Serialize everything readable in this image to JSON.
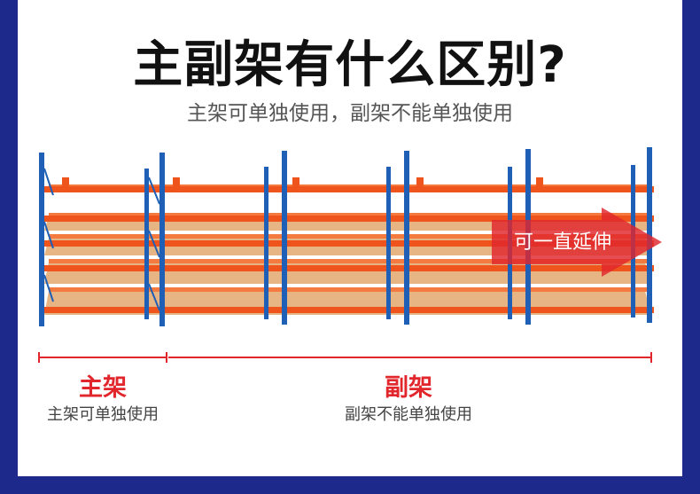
{
  "title": "主副架有什么区别?",
  "subtitle": "主架可单独使用，副架不能单独使用",
  "arrow_label": "可一直延伸",
  "main_rack": {
    "label": "主架",
    "desc": "主架可单独使用"
  },
  "sub_rack": {
    "label": "副架",
    "desc": "副架不能单独使用"
  },
  "colors": {
    "background": "#1d2a8c",
    "upright_blue": "#1f5fb5",
    "beam_orange": "#f0541d",
    "shelf_wood": "#e7b483",
    "accent_red": "#e1262c"
  }
}
